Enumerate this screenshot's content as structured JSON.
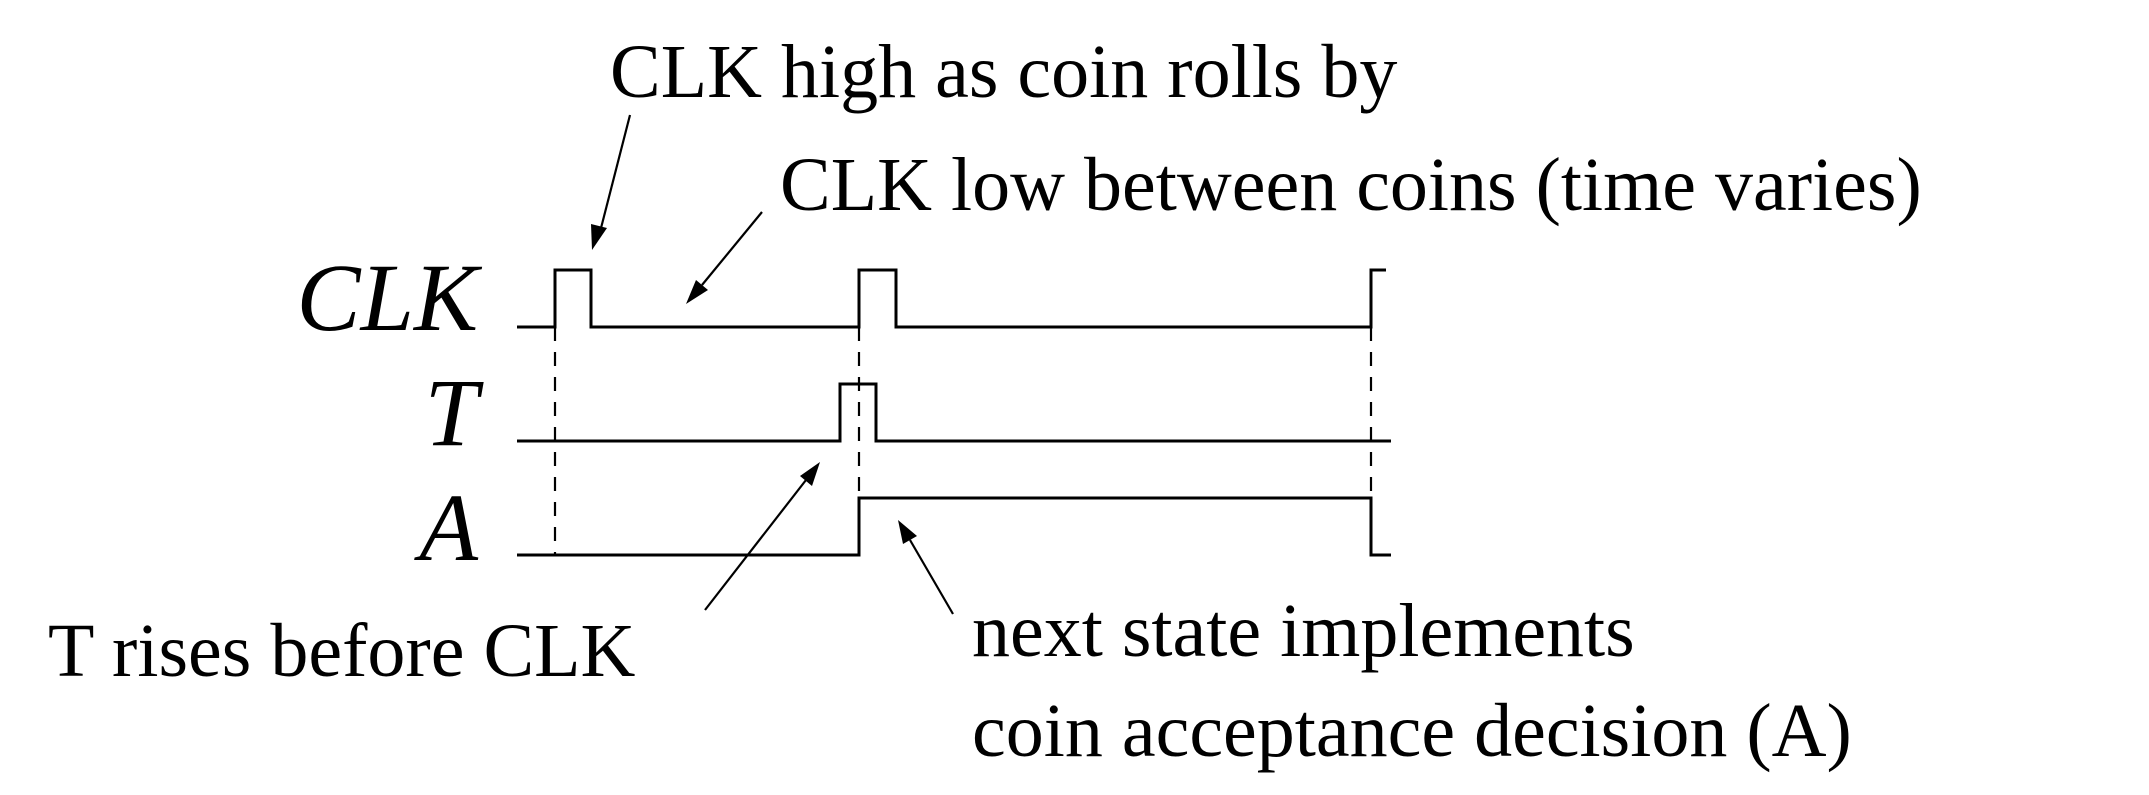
{
  "signals": {
    "clk": "CLK",
    "t": "T",
    "a": "A"
  },
  "annotations": {
    "clk_high": "CLK high as coin rolls by",
    "clk_low": "CLK low between coins (time varies)",
    "t_rises": "T rises before CLK",
    "next_state_line1": "next state implements",
    "next_state_line2": "coin acceptance decision (A)"
  }
}
